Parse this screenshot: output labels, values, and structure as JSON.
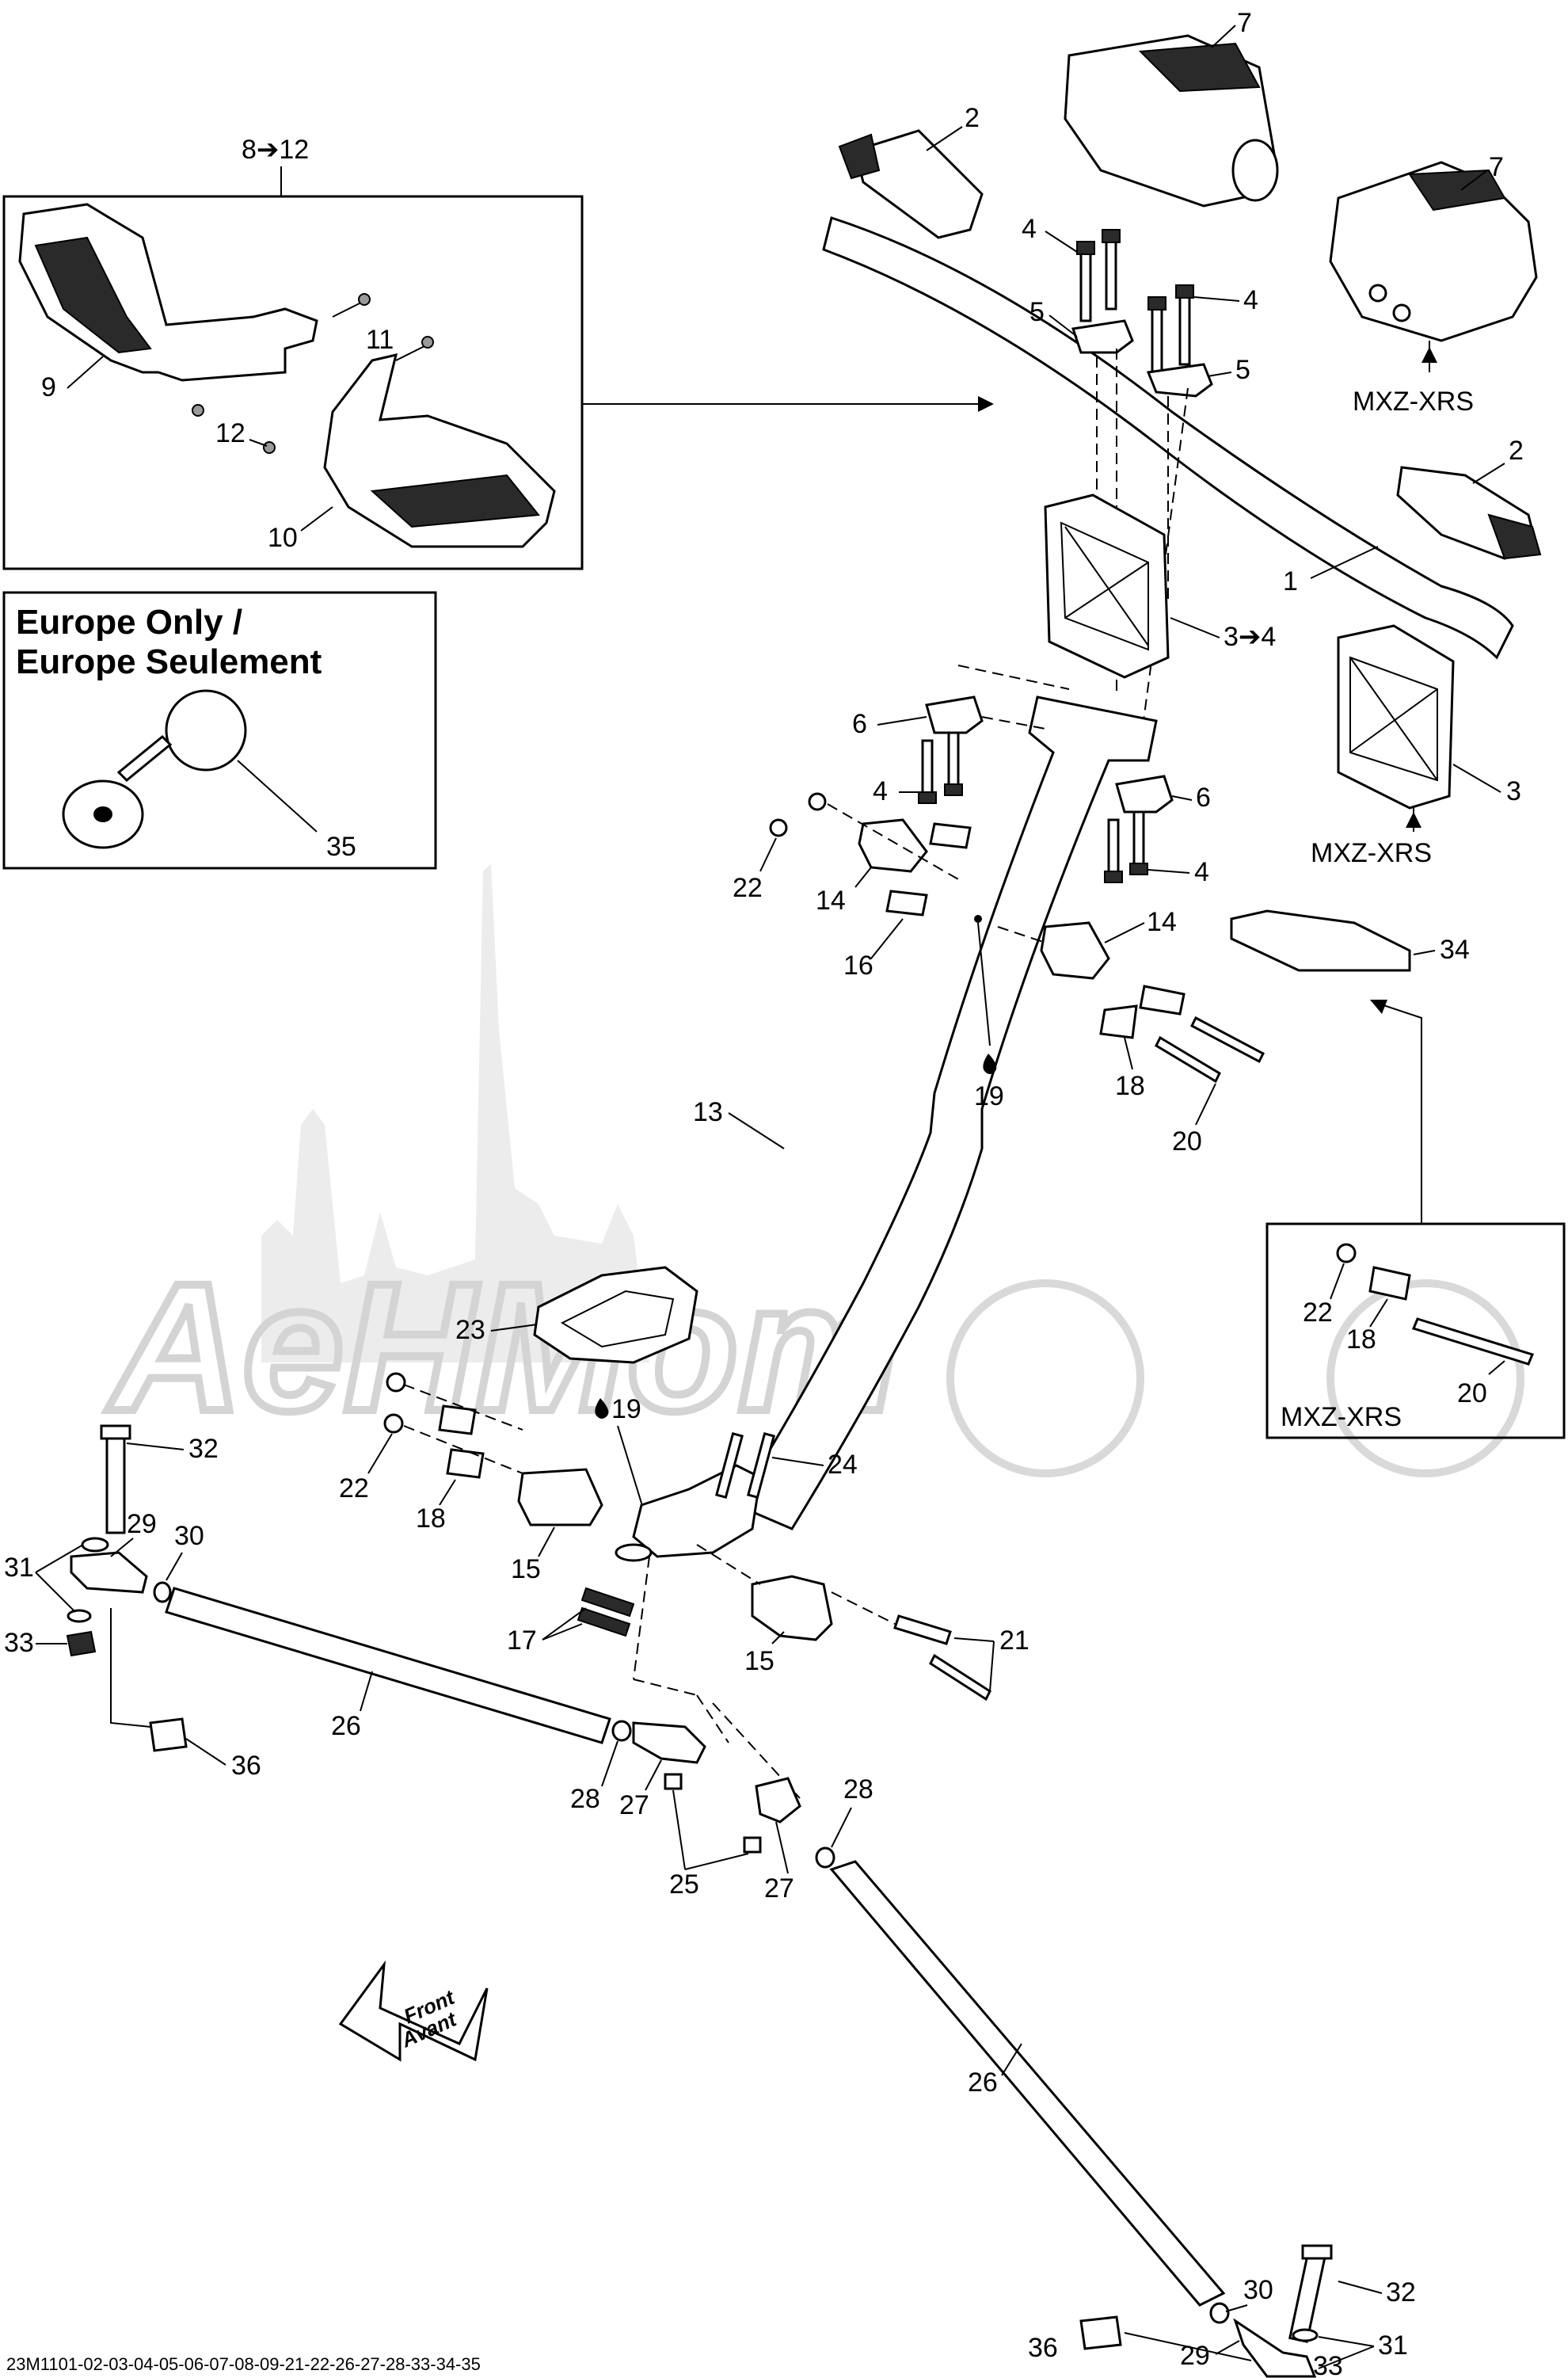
{
  "box_left_label": "8➔12",
  "europe_box": {
    "line1": "Europe Only /",
    "line2": "Europe Seulement"
  },
  "variant_label": "MXZ-XRS",
  "front_arrow": {
    "line1": "Front",
    "line2": "Avant"
  },
  "diagram_code": "23M1101-02-03-04-05-06-07-08-09-21-22-26-27-28-33-34-35",
  "callouts": {
    "c1": "1",
    "c2a": "2",
    "c2b": "2",
    "c3a": "3➔4",
    "c3b": "3",
    "c4a": "4",
    "c4b": "4",
    "c4c": "4",
    "c4d": "4",
    "c5a": "5",
    "c5b": "5",
    "c6a": "6",
    "c6b": "6",
    "c7a": "7",
    "c7b": "7",
    "c9": "9",
    "c10": "10",
    "c11": "11",
    "c12": "12",
    "c13": "13",
    "c14a": "14",
    "c14b": "14",
    "c15a": "15",
    "c15b": "15",
    "c16": "16",
    "c17": "17",
    "c18a": "18",
    "c18b": "18",
    "c18c": "18",
    "c19a": "19",
    "c19b": "19",
    "c20a": "20",
    "c20b": "20",
    "c21": "21",
    "c22a": "22",
    "c22b": "22",
    "c22c": "22",
    "c23": "23",
    "c24": "24",
    "c25": "25",
    "c26a": "26",
    "c26b": "26",
    "c27a": "27",
    "c27b": "27",
    "c28a": "28",
    "c28b": "28",
    "c29a": "29",
    "c29b": "29",
    "c30a": "30",
    "c30b": "30",
    "c31a": "31",
    "c31b": "31",
    "c32a": "32",
    "c32b": "32",
    "c33a": "33",
    "c33b": "33",
    "c34": "34",
    "c35": "35",
    "c36a": "36",
    "c36b": "36",
    "mxz1": "MXZ-XRS",
    "mxz2": "MXZ-XRS",
    "mxz3": "MXZ-XRS"
  }
}
